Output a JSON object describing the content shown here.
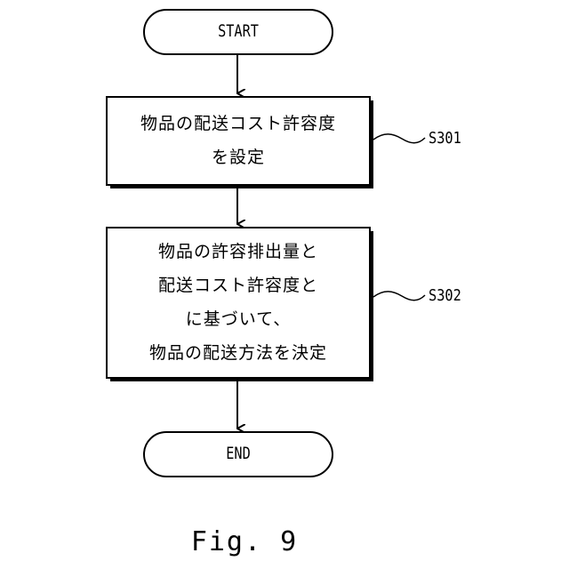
{
  "flowchart": {
    "start_label": "START",
    "end_label": "END",
    "steps": [
      {
        "id": "S301",
        "lines": [
          "物品の配送コスト許容度",
          "を設定"
        ]
      },
      {
        "id": "S302",
        "lines": [
          "物品の許容排出量と",
          "配送コスト許容度と",
          "に基づいて、",
          "物品の配送方法を決定"
        ]
      }
    ]
  },
  "figure_caption": "Fig. 9"
}
